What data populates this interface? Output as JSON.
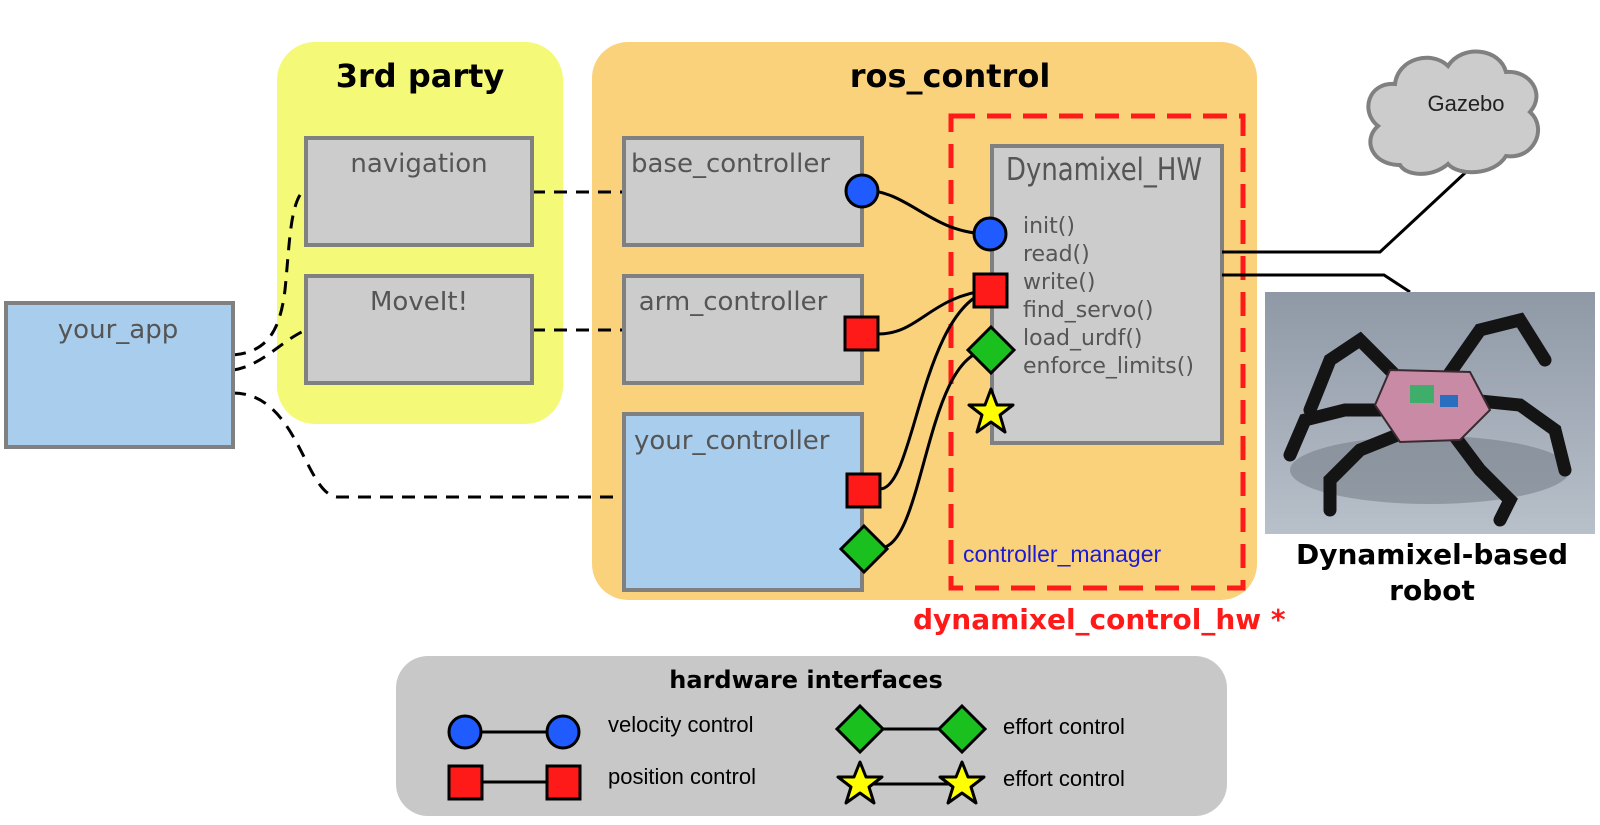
{
  "groups": {
    "third_party": {
      "title": "3rd party"
    },
    "ros_control": {
      "title": "ros_control"
    }
  },
  "nodes": {
    "your_app": "your_app",
    "navigation": "navigation",
    "moveit": "MoveIt!",
    "base_controller": "base_controller",
    "arm_controller": "arm_controller",
    "your_controller": "your_controller",
    "hw_title": "Dynamixel_HW",
    "hw_methods": [
      "init()",
      "read()",
      "write()",
      "find_servo()",
      "load_urdf()",
      "enforce_limits()"
    ]
  },
  "controller_manager_label": "controller_manager",
  "package_label": "dynamixel_control_hw *",
  "gazebo_label": "Gazebo",
  "robot_caption": [
    "Dynamixel-based",
    "robot"
  ],
  "legend": {
    "title": "hardware interfaces",
    "items": [
      {
        "shape": "circle",
        "label": "velocity control"
      },
      {
        "shape": "square",
        "label": "position control"
      },
      {
        "shape": "diamond",
        "label": "effort control"
      },
      {
        "shape": "star",
        "label": "effort control"
      }
    ]
  },
  "colors": {
    "velocity": "#1f5bff",
    "position": "#ff1a1a",
    "effort": "#19c01e",
    "effort_star": "#ffff00",
    "package_red": "#ff1a1a",
    "controller_manager_blue": "#1a1ad6",
    "third_party_bg": "#f4fa78",
    "ros_control_bg": "#fbd27c",
    "node_gray": "#cccccc",
    "node_blue": "#a9cdec",
    "legend_bg": "#c8c8c8"
  }
}
